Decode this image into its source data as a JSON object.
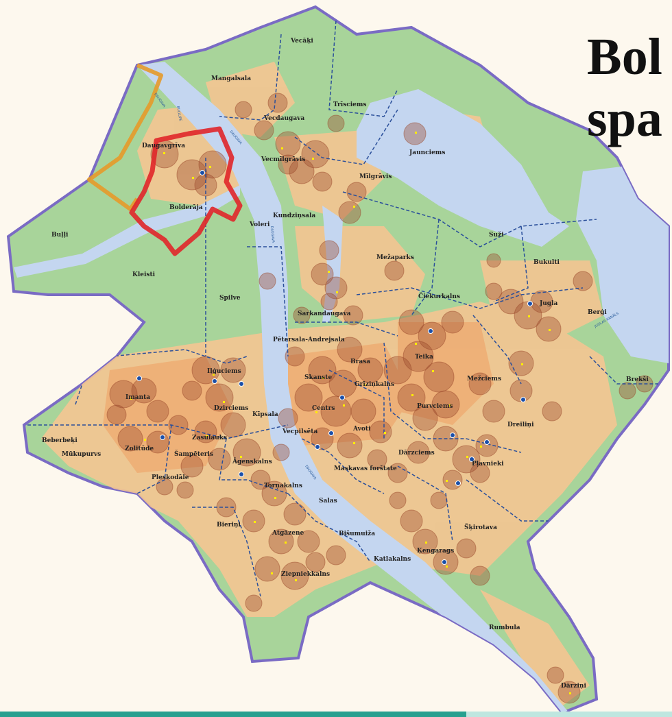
{
  "title": {
    "line1": "Bol",
    "line2": "spa"
  },
  "map": {
    "districts": [
      "Vecāķi",
      "Mangalsala",
      "Trīsciems",
      "Vecdaugava",
      "Daugavgrīva",
      "Jaunciems",
      "Vecmīlgrāvis",
      "Mīlgrāvis",
      "Bolderāja",
      "Kundziņsala",
      "Voleri",
      "Buļļi",
      "Suži",
      "Mežaparks",
      "Bukulti",
      "Kleisti",
      "Spilve",
      "Čiekurkalns",
      "Jugla",
      "Berģi",
      "Sarkandaugava",
      "Pētersala-Andrejsala",
      "Brasa",
      "Teika",
      "Iļģuciems",
      "Skanste",
      "Grīziņkalns",
      "Mežciems",
      "Brekši",
      "Imanta",
      "Dzirciems",
      "Centrs",
      "Purvciems",
      "Kīpsala",
      "Avoti",
      "Dreiliņi",
      "Vecpilsēta",
      "Zasulauks",
      "Beberbeķi",
      "Zolitūde",
      "Šampēteris",
      "Dārzciems",
      "Mūkupurvs",
      "Āgenskalns",
      "Pļavnieki",
      "Maskavas forštate",
      "Pleskodāle",
      "Torņakalns",
      "Salas",
      "Šķirotava",
      "Bieriņi",
      "Atgāzene",
      "Bišumuiža",
      "Ķengarags",
      "Katlakalns",
      "Ziepniekkalns",
      "Rumbula",
      "Dārziņi"
    ],
    "rivers": [
      "DAUGAVA",
      "BULLUPE",
      "DAUGAVA",
      "DAUGAVA",
      "DAUGAVA",
      "JUGLAS KANĀLS"
    ],
    "colors": {
      "background": "#fdf8ee",
      "city_fill": "#a8d49a",
      "water": "#c4d6f0",
      "urban": "#f4c592",
      "urban_dense": "#ee9f62",
      "coverage_circle": "#9b4a2c",
      "point": "#ffee00",
      "service_point": "#1b4fa8",
      "boundary": "#7a6bc4",
      "district_border": "#2a4f9a",
      "highlight_red": "#e0262a",
      "highlight_orange": "#e59a2a",
      "bottom_bar": "#27a08f"
    }
  }
}
